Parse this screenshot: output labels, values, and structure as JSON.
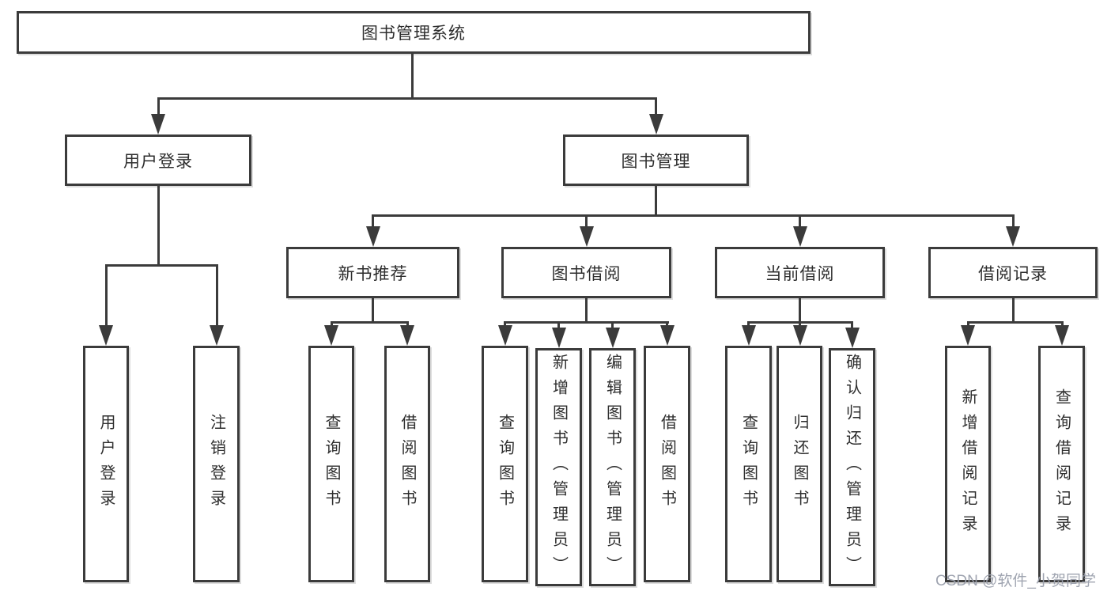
{
  "diagram": {
    "root": "图书管理系统",
    "level2": {
      "user_login": "用户登录",
      "book_management": "图书管理"
    },
    "level3": {
      "new_book_recommend": "新书推荐",
      "book_borrow": "图书借阅",
      "current_borrow": "当前借阅",
      "borrow_records": "借阅记录"
    },
    "leaves": {
      "user_login": "用户登录",
      "logout": "注销登录",
      "query_books_recommend": "查询图书",
      "borrow_books_recommend": "借阅图书",
      "query_books_borrow": "查询图书",
      "add_book_admin": "新增图书（管理员）",
      "edit_book_admin": "编辑图书（管理员）",
      "borrow_books": "借阅图书",
      "query_books_current": "查询图书",
      "return_books": "归还图书",
      "confirm_return_admin": "确认归还（管理员）",
      "add_borrow_record": "新增借阅记录",
      "query_borrow_record": "查询借阅记录"
    }
  },
  "watermark": "CSDN @软件_小贺同学",
  "colors": {
    "line": "#3b3b3b",
    "text": "#2e2e2e",
    "background": "#ffffff",
    "watermark": "#9a9fac"
  }
}
